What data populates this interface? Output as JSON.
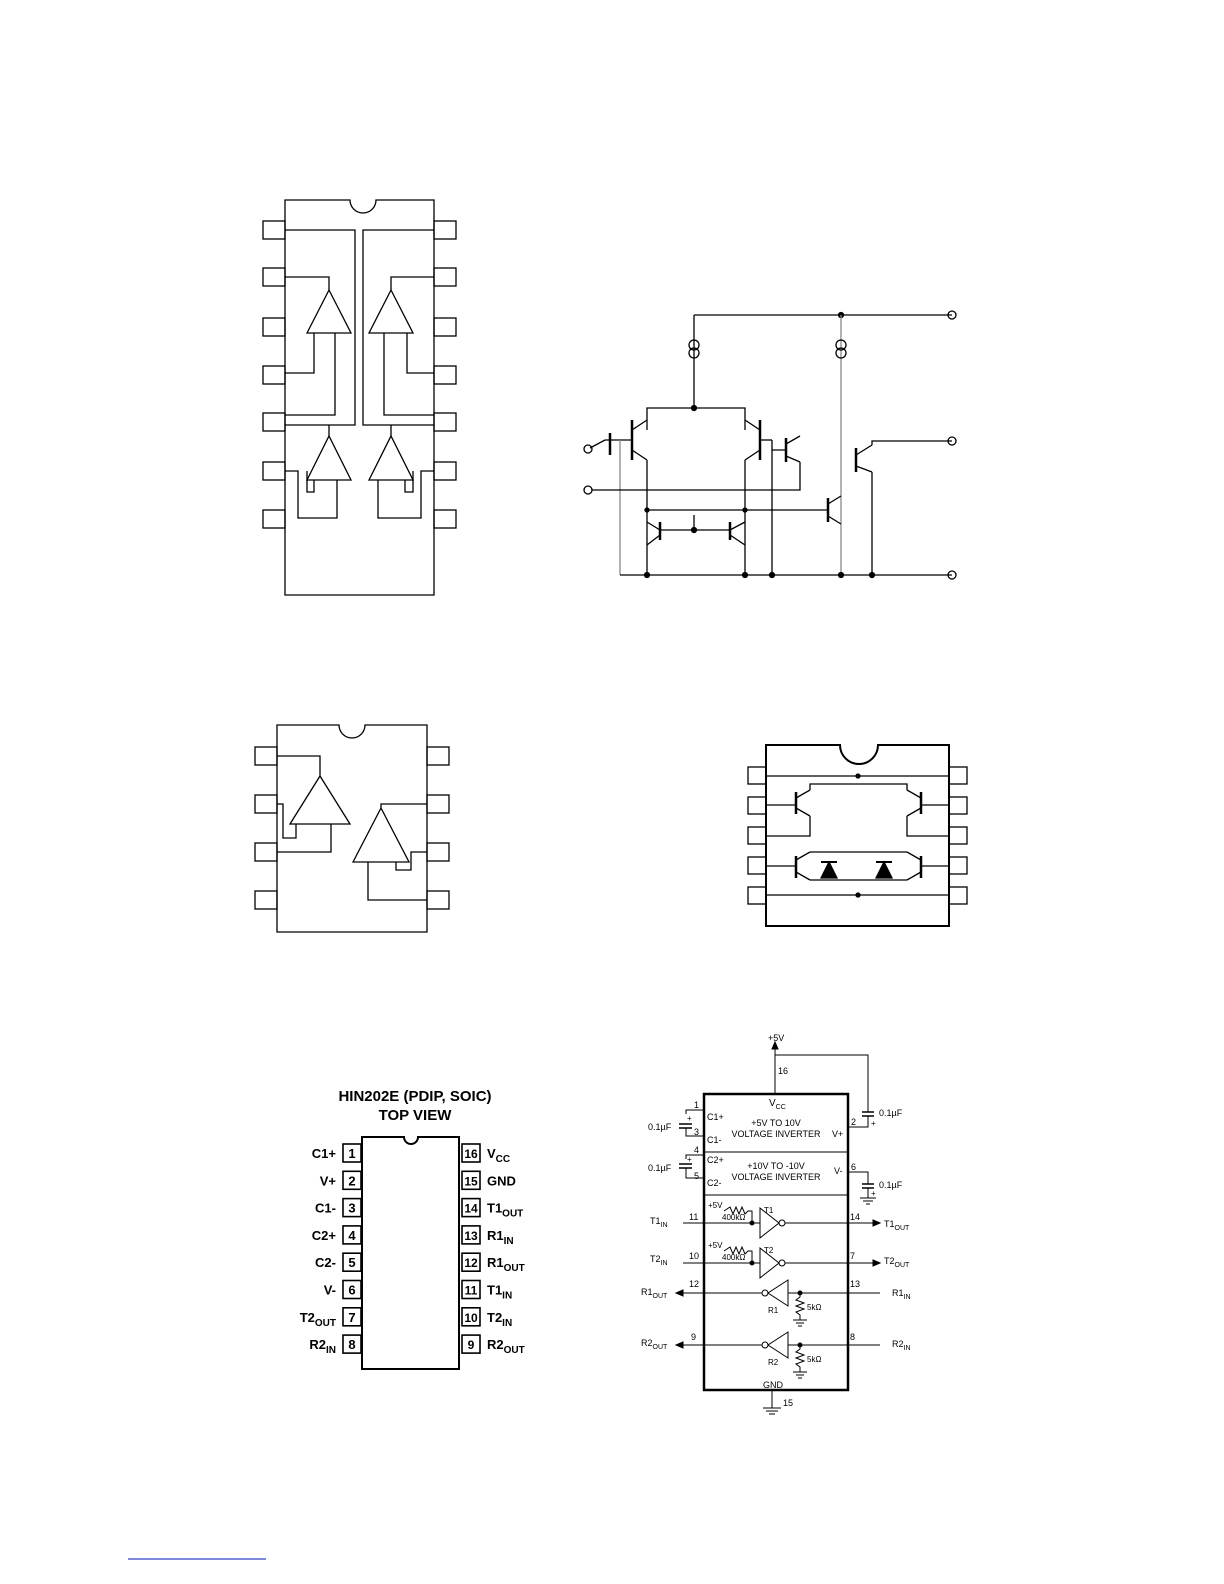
{
  "pinout": {
    "title": "HIN202E (PDIP, SOIC)",
    "subtitle": "TOP VIEW",
    "left_pins": [
      {
        "num": "1",
        "name": "C1+",
        "sub": ""
      },
      {
        "num": "2",
        "name": "V+",
        "sub": ""
      },
      {
        "num": "3",
        "name": "C1-",
        "sub": ""
      },
      {
        "num": "4",
        "name": "C2+",
        "sub": ""
      },
      {
        "num": "5",
        "name": "C2-",
        "sub": ""
      },
      {
        "num": "6",
        "name": "V-",
        "sub": ""
      },
      {
        "num": "7",
        "name": "T2",
        "sub": "OUT"
      },
      {
        "num": "8",
        "name": "R2",
        "sub": "IN"
      }
    ],
    "right_pins": [
      {
        "num": "16",
        "name": "V",
        "sub": "CC"
      },
      {
        "num": "15",
        "name": "GND",
        "sub": ""
      },
      {
        "num": "14",
        "name": "T1",
        "sub": "OUT"
      },
      {
        "num": "13",
        "name": "R1",
        "sub": "IN"
      },
      {
        "num": "12",
        "name": "R1",
        "sub": "OUT"
      },
      {
        "num": "11",
        "name": "T1",
        "sub": "IN"
      },
      {
        "num": "10",
        "name": "T2",
        "sub": "IN"
      },
      {
        "num": "9",
        "name": "R2",
        "sub": "OUT"
      }
    ]
  },
  "schematic": {
    "supply": "+5V",
    "vcc_pin": "16",
    "vcc": "V",
    "vcc_sub": "CC",
    "inv1_line1": "+5V TO 10V",
    "inv1_line2": "VOLTAGE INVERTER",
    "inv2_line1": "+10V TO -10V",
    "inv2_line2": "VOLTAGE INVERTER",
    "c1p": "C1+",
    "c1m": "C1-",
    "c2p": "C2+",
    "c2m": "C2-",
    "vplus": "V+",
    "vminus": "V-",
    "pin1": "1",
    "pin3": "3",
    "pin4": "4",
    "pin5": "5",
    "pin2": "2",
    "pin6": "6",
    "cap": "0.1µF",
    "plus": "+",
    "t1in": "T1",
    "t1in_sub": "IN",
    "pin11": "11",
    "t1out": "T1",
    "t1out_sub": "OUT",
    "pin14": "14",
    "t2in": "T2",
    "t2in_sub": "IN",
    "pin10": "10",
    "t2out": "T2",
    "t2out_sub": "OUT",
    "pin7": "7",
    "r1out": "R1",
    "r1out_sub": "OUT",
    "pin12": "12",
    "r1in": "R1",
    "r1in_sub": "IN",
    "pin13": "13",
    "r2out": "R2",
    "r2out_sub": "OUT",
    "pin9": "9",
    "r2in": "R2",
    "r2in_sub": "IN",
    "pin8": "8",
    "pullup_v": "+5V",
    "pullup_r": "400kΩ",
    "t1": "T1",
    "t2": "T2",
    "r1": "R1",
    "r2": "R2",
    "rin": "5kΩ",
    "gnd": "GND",
    "gnd_pin": "15"
  }
}
